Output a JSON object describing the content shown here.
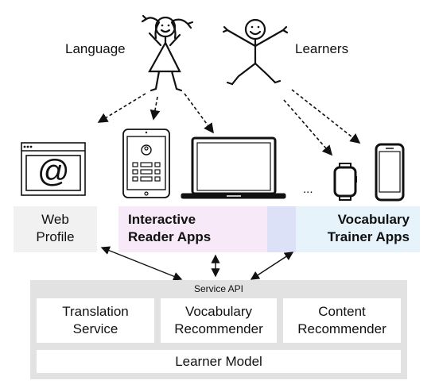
{
  "header": {
    "left_label": "Language",
    "right_label": "Learners"
  },
  "devices": {
    "ellipsis": "...",
    "web_icon_glyph": "@"
  },
  "apps": {
    "web_profile": "Web\nProfile",
    "interactive_reader": "Interactive\nReader Apps",
    "vocabulary_trainer": "Vocabulary\nTrainer Apps"
  },
  "backend": {
    "service_api": "Service API",
    "translation_service": "Translation\nService",
    "vocabulary_recommender": "Vocabulary\nRecommender",
    "content_recommender": "Content\nRecommender",
    "learner_model": "Learner Model"
  },
  "colors": {
    "web_bg": "#f1f1f1",
    "reader_bg": "#f7e9f8",
    "overlap_bg": "#dde1f7",
    "trainer_bg": "#e6f3fb",
    "backend_bg": "#e2e2e2",
    "box_bg": "#ffffff",
    "ink": "#111111"
  }
}
